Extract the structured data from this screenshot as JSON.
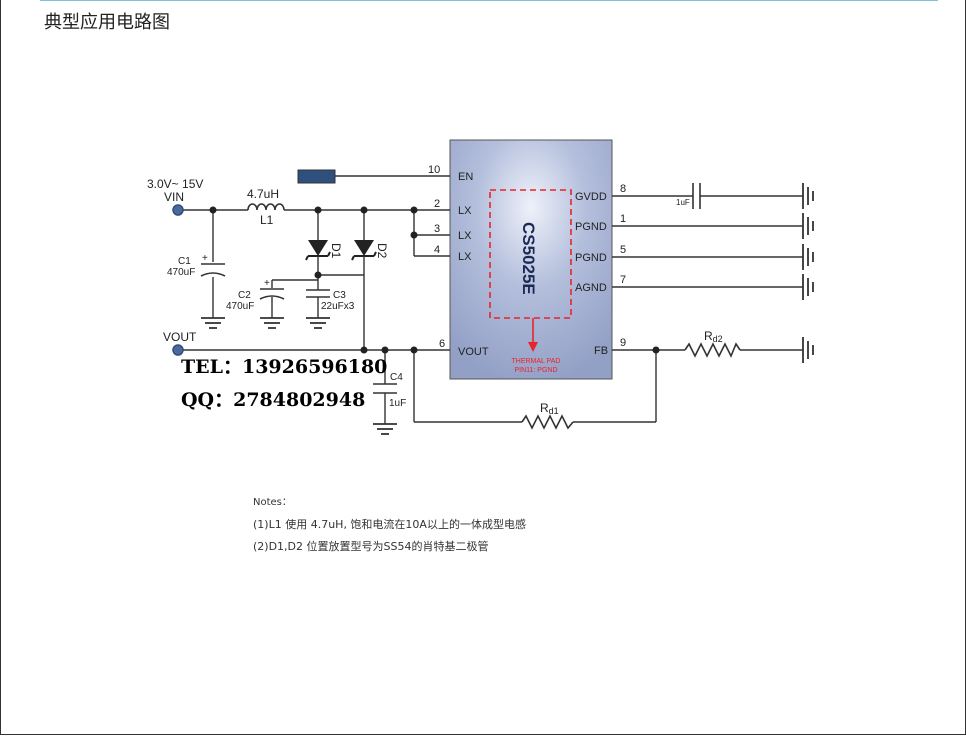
{
  "page": {
    "title": "典型应用电路图"
  },
  "chip": {
    "name": "CS5025E",
    "pad_text_1": "THERMAL PAD",
    "pad_text_2": "PIN11: PGND",
    "left_pins": [
      {
        "num": "10",
        "name": "EN"
      },
      {
        "num": "2",
        "name": "LX"
      },
      {
        "num": "3",
        "name": "LX"
      },
      {
        "num": "4",
        "name": "LX"
      },
      {
        "num": "6",
        "name": "VOUT"
      }
    ],
    "right_pins": [
      {
        "num": "8",
        "name": "GVDD"
      },
      {
        "num": "1",
        "name": "PGND"
      },
      {
        "num": "5",
        "name": "PGND"
      },
      {
        "num": "7",
        "name": "AGND"
      },
      {
        "num": "9",
        "name": "FB"
      }
    ]
  },
  "labels": {
    "vin_range": "3.0V~ 15V",
    "vin": "VIN",
    "vout": "VOUT",
    "inductor_value": "4.7uH",
    "inductor_ref": "L1",
    "c1_ref": "C1",
    "c1_value": "470uF",
    "c2_ref": "C2",
    "c2_value": "470uF",
    "c3_ref": "C3",
    "c3_value": "22uFx3",
    "c4_ref": "C4",
    "c4_value": "1uF",
    "gvdd_cap_value": "1uF",
    "d1_ref": "D1",
    "d2_ref": "D2",
    "rd1_main": "R",
    "rd1_sub": "d1",
    "rd2_main": "R",
    "rd2_sub": "d2",
    "plus": "+"
  },
  "contact": {
    "tel": "TEL：13926596180",
    "qq": "QQ：2784802948"
  },
  "notes": {
    "head": "Notes：",
    "line1": "(1)L1 使用 4.7uH, 饱和电流在10A以上的一体成型电感",
    "line2": "(2)D1,D2 位置放置型号为SS54的肖特基二极管"
  },
  "colors": {
    "chip_fill": "#a8b4d6",
    "pad_red": "#e8242a",
    "vin_node": "#4a6a9a",
    "en_block": "#2f4f7f"
  }
}
